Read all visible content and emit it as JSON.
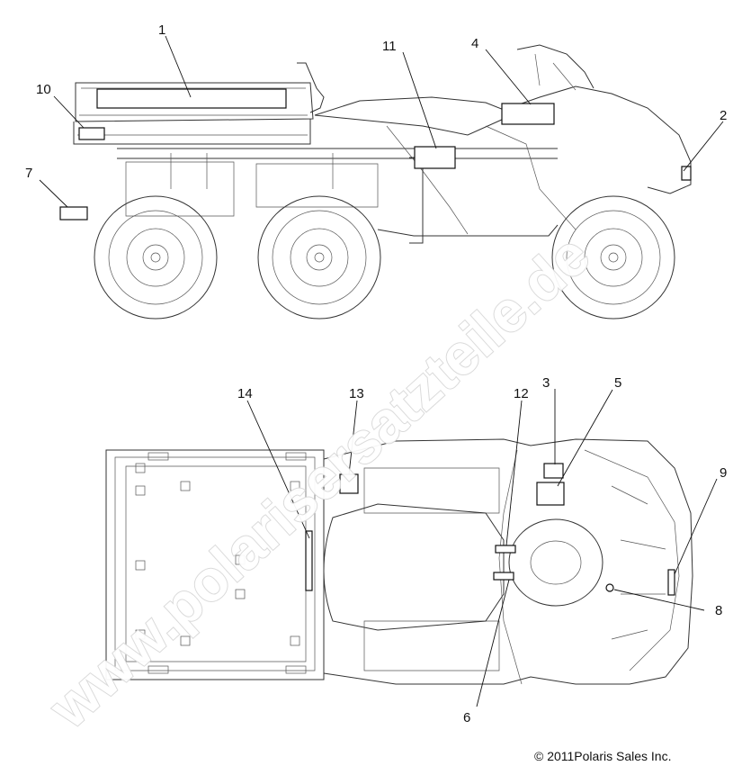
{
  "watermark": "www.polarisersatzteile.de",
  "copyright": "© 2011Polaris Sales Inc.",
  "callouts": {
    "c1": "1",
    "c2": "2",
    "c3": "3",
    "c4": "4",
    "c5": "5",
    "c6": "6",
    "c7": "7",
    "c8": "8",
    "c9": "9",
    "c10": "10",
    "c11": "11",
    "c12": "12",
    "c13": "13",
    "c14": "14"
  }
}
